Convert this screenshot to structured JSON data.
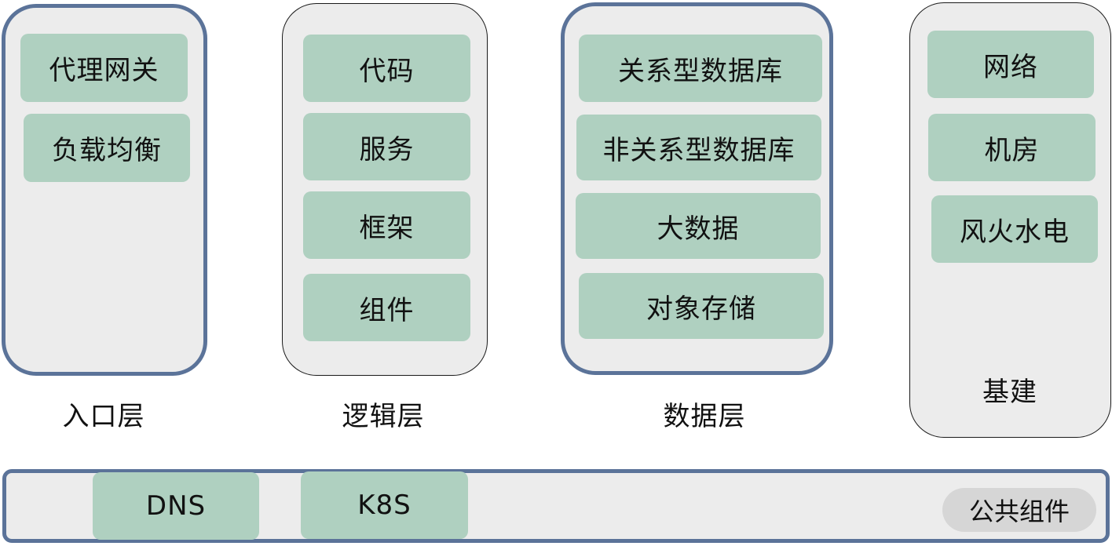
{
  "layers": {
    "entry": {
      "label": "入口层",
      "items": [
        "代理网关",
        "负载均衡"
      ]
    },
    "logic": {
      "label": "逻辑层",
      "items": [
        "代码",
        "服务",
        "框架",
        "组件"
      ]
    },
    "data": {
      "label": "数据层",
      "items": [
        "关系型数据库",
        "非关系型数据库",
        "大数据",
        "对象存储"
      ]
    },
    "infra": {
      "label": "基建",
      "items": [
        "网络",
        "机房",
        "风火水电"
      ]
    }
  },
  "common": {
    "label": "公共组件",
    "items": [
      "DNS",
      "K8S"
    ]
  },
  "colors": {
    "panel_border_blue": "#5b7399",
    "item_fill": "#afd0c0",
    "panel_fill": "#ececec"
  }
}
